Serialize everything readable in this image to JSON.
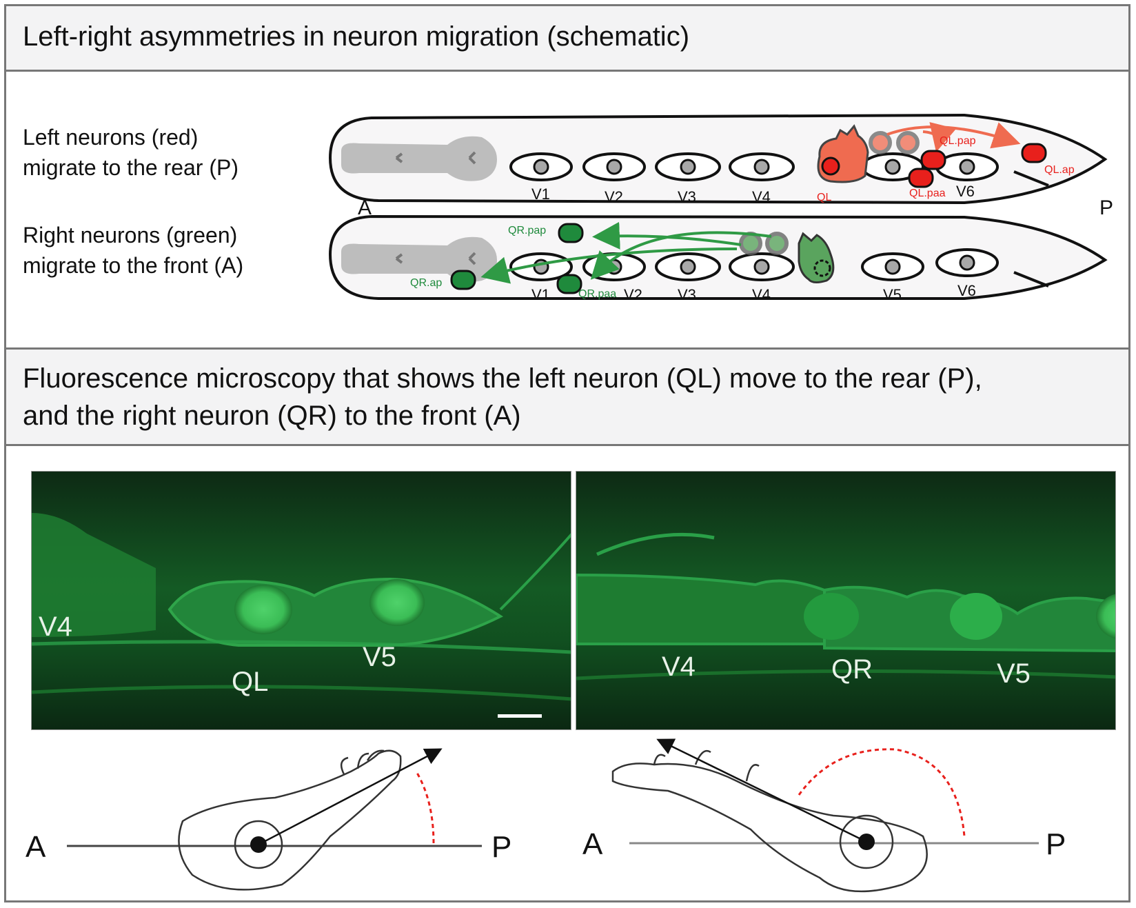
{
  "panel1": {
    "title": "Left-right asymmetries in neuron migration (schematic)",
    "left_label_line1": "Left neurons (red)",
    "left_label_line2": "migrate to the rear (P)",
    "right_label_line1": "Right neurons (green)",
    "right_label_line2": "migrate to the front (A)",
    "axis_anterior": "A",
    "axis_posterior": "P",
    "worm_left": {
      "seam_cells": [
        "V1",
        "V2",
        "V3",
        "V4",
        "V6"
      ],
      "neuron": "QL",
      "daughters": [
        "QL.pap",
        "QL.ap",
        "QL.paa"
      ]
    },
    "worm_right": {
      "seam_cells": [
        "V1",
        "V2",
        "V3",
        "V4",
        "V5",
        "V6"
      ],
      "daughters": [
        "QR.pap",
        "QR.ap",
        "QR.paa"
      ]
    },
    "colors": {
      "left": "#e8201c",
      "left_light": "#ef6b50",
      "right": "#1f8a3c",
      "right_light": "#5aa45e"
    }
  },
  "panel2": {
    "title_line1": "Fluorescence microscopy that shows the left neuron (QL) move to the rear (P),",
    "title_line2": "and the right neuron (QR) to the front (A)",
    "image_left_labels": [
      "V4",
      "QL",
      "V5"
    ],
    "image_right_labels": [
      "V4",
      "QR",
      "V5"
    ],
    "diagram_left": {
      "a": "A",
      "p": "P"
    },
    "diagram_right": {
      "a": "A",
      "p": "P"
    }
  }
}
